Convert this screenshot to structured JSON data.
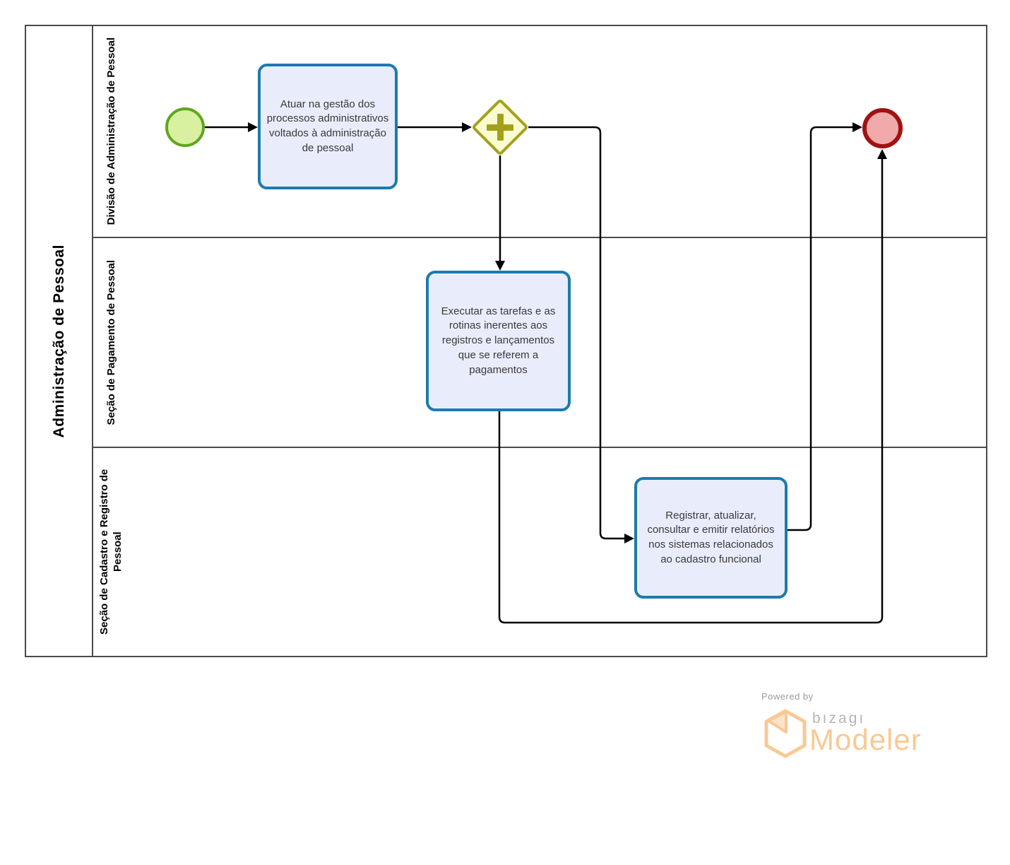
{
  "pool": {
    "title": "Administração de Pessoal",
    "lanes": [
      {
        "label": "Divisão de Administração de Pessoal"
      },
      {
        "label": "Seção de Pagamento de Pessoal"
      },
      {
        "label": "Seção de Cadastro e Registro de Pessoal"
      }
    ]
  },
  "nodes": {
    "start_event": {
      "type": "start-event"
    },
    "task1": {
      "label": "Atuar na gestão dos processos administrativos voltados à administração de pessoal"
    },
    "gateway": {
      "type": "parallel-gateway"
    },
    "task2": {
      "label": "Executar as tarefas e as rotinas inerentes aos registros e lançamentos  que se referem a pagamentos"
    },
    "task3": {
      "label": "Registrar, atualizar, consultar e emitir relatórios nos sistemas relacionados ao cadastro funcional"
    },
    "end_event": {
      "type": "end-event"
    }
  },
  "footer": {
    "powered_by": "Powered by",
    "brand": "bızagı",
    "product": "Modeler"
  },
  "colors": {
    "task_fill": "#e9edfb",
    "task_border": "#1d7bab",
    "start_fill": "#d9f0a0",
    "start_border": "#5ea71c",
    "end_fill": "#f0aaaa",
    "end_border": "#a01212",
    "gateway_fill": "#fbfbd2",
    "gateway_border": "#a3a11b",
    "lane_border": "#4a4a4a",
    "flow_line": "#000000",
    "text": "#3a3a3a",
    "brand_orange": "#f9c994",
    "brand_gray": "#b5b5b5",
    "powered_gray": "#9a9a9a"
  }
}
